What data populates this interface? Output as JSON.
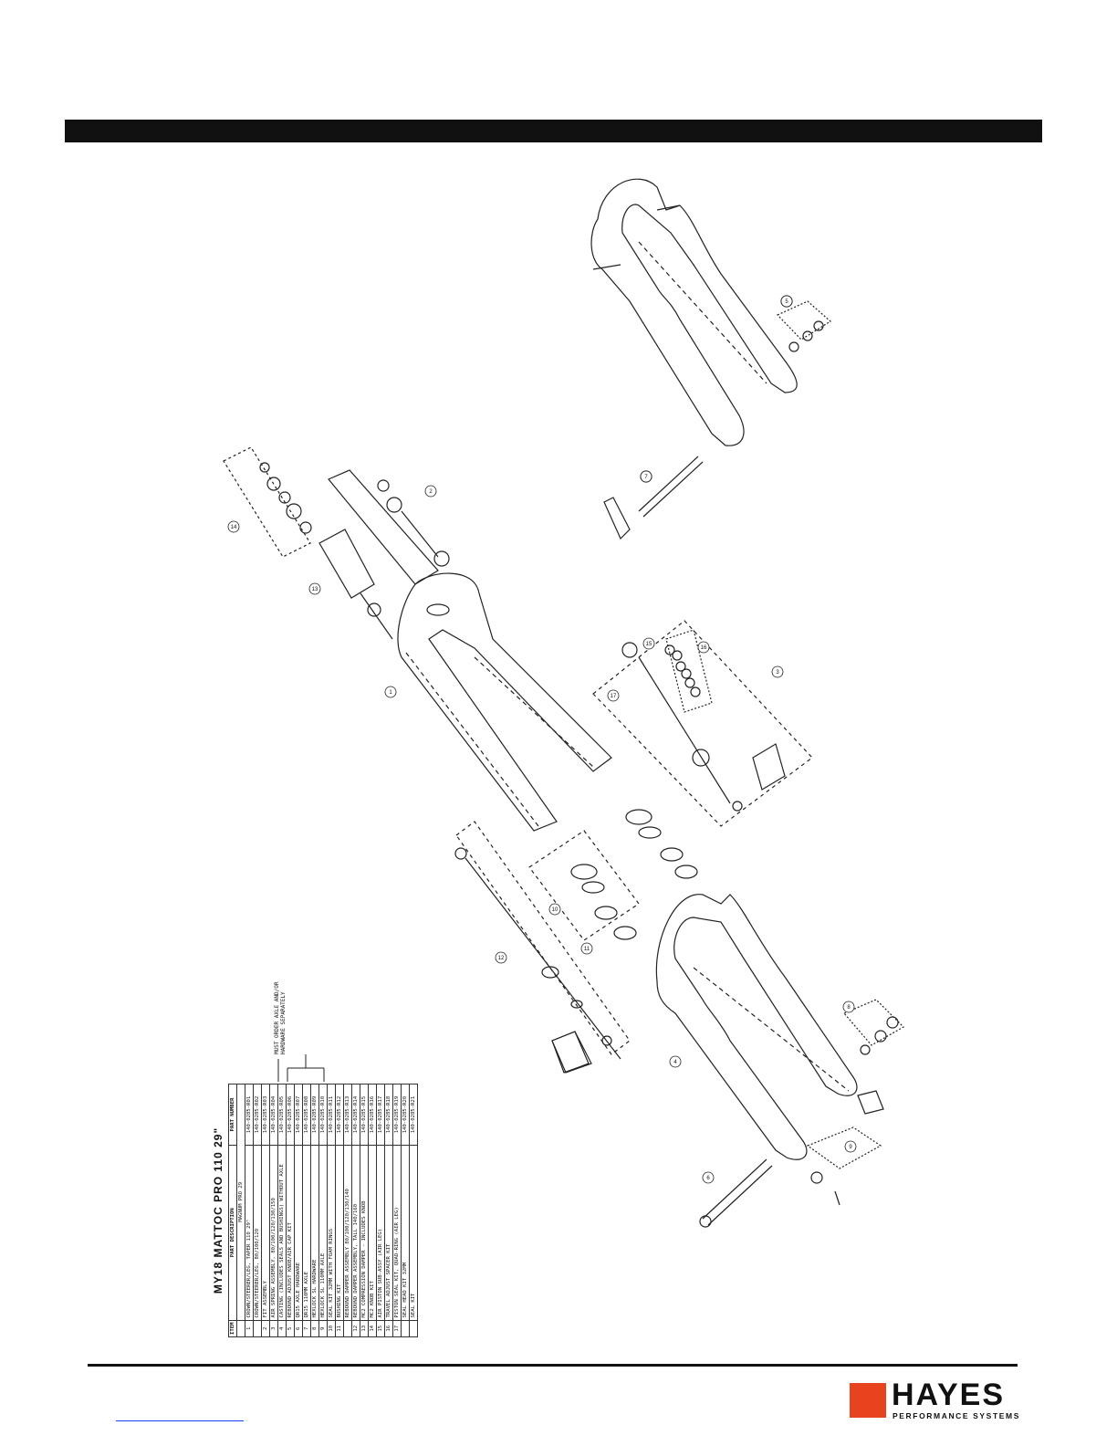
{
  "parts_table": {
    "title": "MY18 MATTOC PRO 110 29\"",
    "headers": [
      "ITEM",
      "PART DESCRIPTION",
      "PART NUMBER"
    ],
    "subheader": "MAGNUM PRO 29",
    "rows": [
      {
        "item": "1",
        "description": "CROWN/STEERER/LEG, TAPER 110 29\"",
        "part_number": "140-0285-R01"
      },
      {
        "item": "",
        "description": "CROWN/STEERER/LEG, 80/100/120",
        "part_number": "140-0285-R02"
      },
      {
        "item": "2",
        "description": "FIT ASSEMBLY",
        "part_number": "140-0285-R03"
      },
      {
        "item": "3",
        "description": "AIR SPRING ASSEMBLY, 80/100/120/130/150",
        "part_number": "140-0285-R04"
      },
      {
        "item": "4",
        "description": "CASTING (INCLUDES SEALS AND BUSHINGS) WITHOUT AXLE",
        "part_number": "140-0285-R05"
      },
      {
        "item": "5",
        "description": "REBOUND ADJUST KNOB/AIR CAP KIT",
        "part_number": "140-0285-R06"
      },
      {
        "item": "6",
        "description": "QR15 AXLE HARDWARE",
        "part_number": "140-0285-R07"
      },
      {
        "item": "7",
        "description": "QR15 110MM AXLE",
        "part_number": "140-0285-R08"
      },
      {
        "item": "8",
        "description": "HEXLOCK SL HARDWARE",
        "part_number": "140-0285-R09"
      },
      {
        "item": "9",
        "description": "HEXLOCK SL 110MM AXLE",
        "part_number": "140-0285-R10"
      },
      {
        "item": "10",
        "description": "SEAL KIT 32MM WITH FOAM RINGS",
        "part_number": "140-0285-R11"
      },
      {
        "item": "11",
        "description": "BUSHING KIT",
        "part_number": "140-0285-R12"
      },
      {
        "item": "",
        "description": "REBOUND DAMPER ASSEMBLY 80/100/120/130/140",
        "part_number": "140-0285-R13"
      },
      {
        "item": "12",
        "description": "REBOUND DAMPER ASSEMBLY, TALL 140/160",
        "part_number": "140-0285-R14"
      },
      {
        "item": "13",
        "description": "MC2 COMPRESSION DAMPER - INCLUDES KNOB",
        "part_number": "140-0285-R15"
      },
      {
        "item": "14",
        "description": "MC2 KNOB KIT",
        "part_number": "140-0285-R16"
      },
      {
        "item": "15",
        "description": "AIR PISTON SUB-ASSY (AIR LEG)",
        "part_number": "140-0285-R17"
      },
      {
        "item": "16",
        "description": "TRAVEL ADJUST SPACER KIT",
        "part_number": "140-0285-R18"
      },
      {
        "item": "17",
        "description": "PISTON SEAL KIT, QUAD-RING (AIR LEG)",
        "part_number": "140-0285-R19"
      },
      {
        "item": "",
        "description": "SEAL HEAD KIT 32MM",
        "part_number": "140-0285-R20"
      },
      {
        "item": "",
        "description": "SEAL KIT",
        "part_number": "140-0285-R21"
      }
    ]
  },
  "note": {
    "line1": "MUST ORDER AXLE AND/OR",
    "line2": "HARDWARE SEPARATELY"
  },
  "callouts": [
    "1",
    "2",
    "3",
    "4",
    "5",
    "6",
    "7",
    "8",
    "9",
    "10",
    "11",
    "12",
    "13",
    "14",
    "15",
    "16",
    "17"
  ],
  "logo": {
    "name": "HAYES",
    "tagline": "PERFORMANCE SYSTEMS",
    "color": "#e8431f"
  }
}
